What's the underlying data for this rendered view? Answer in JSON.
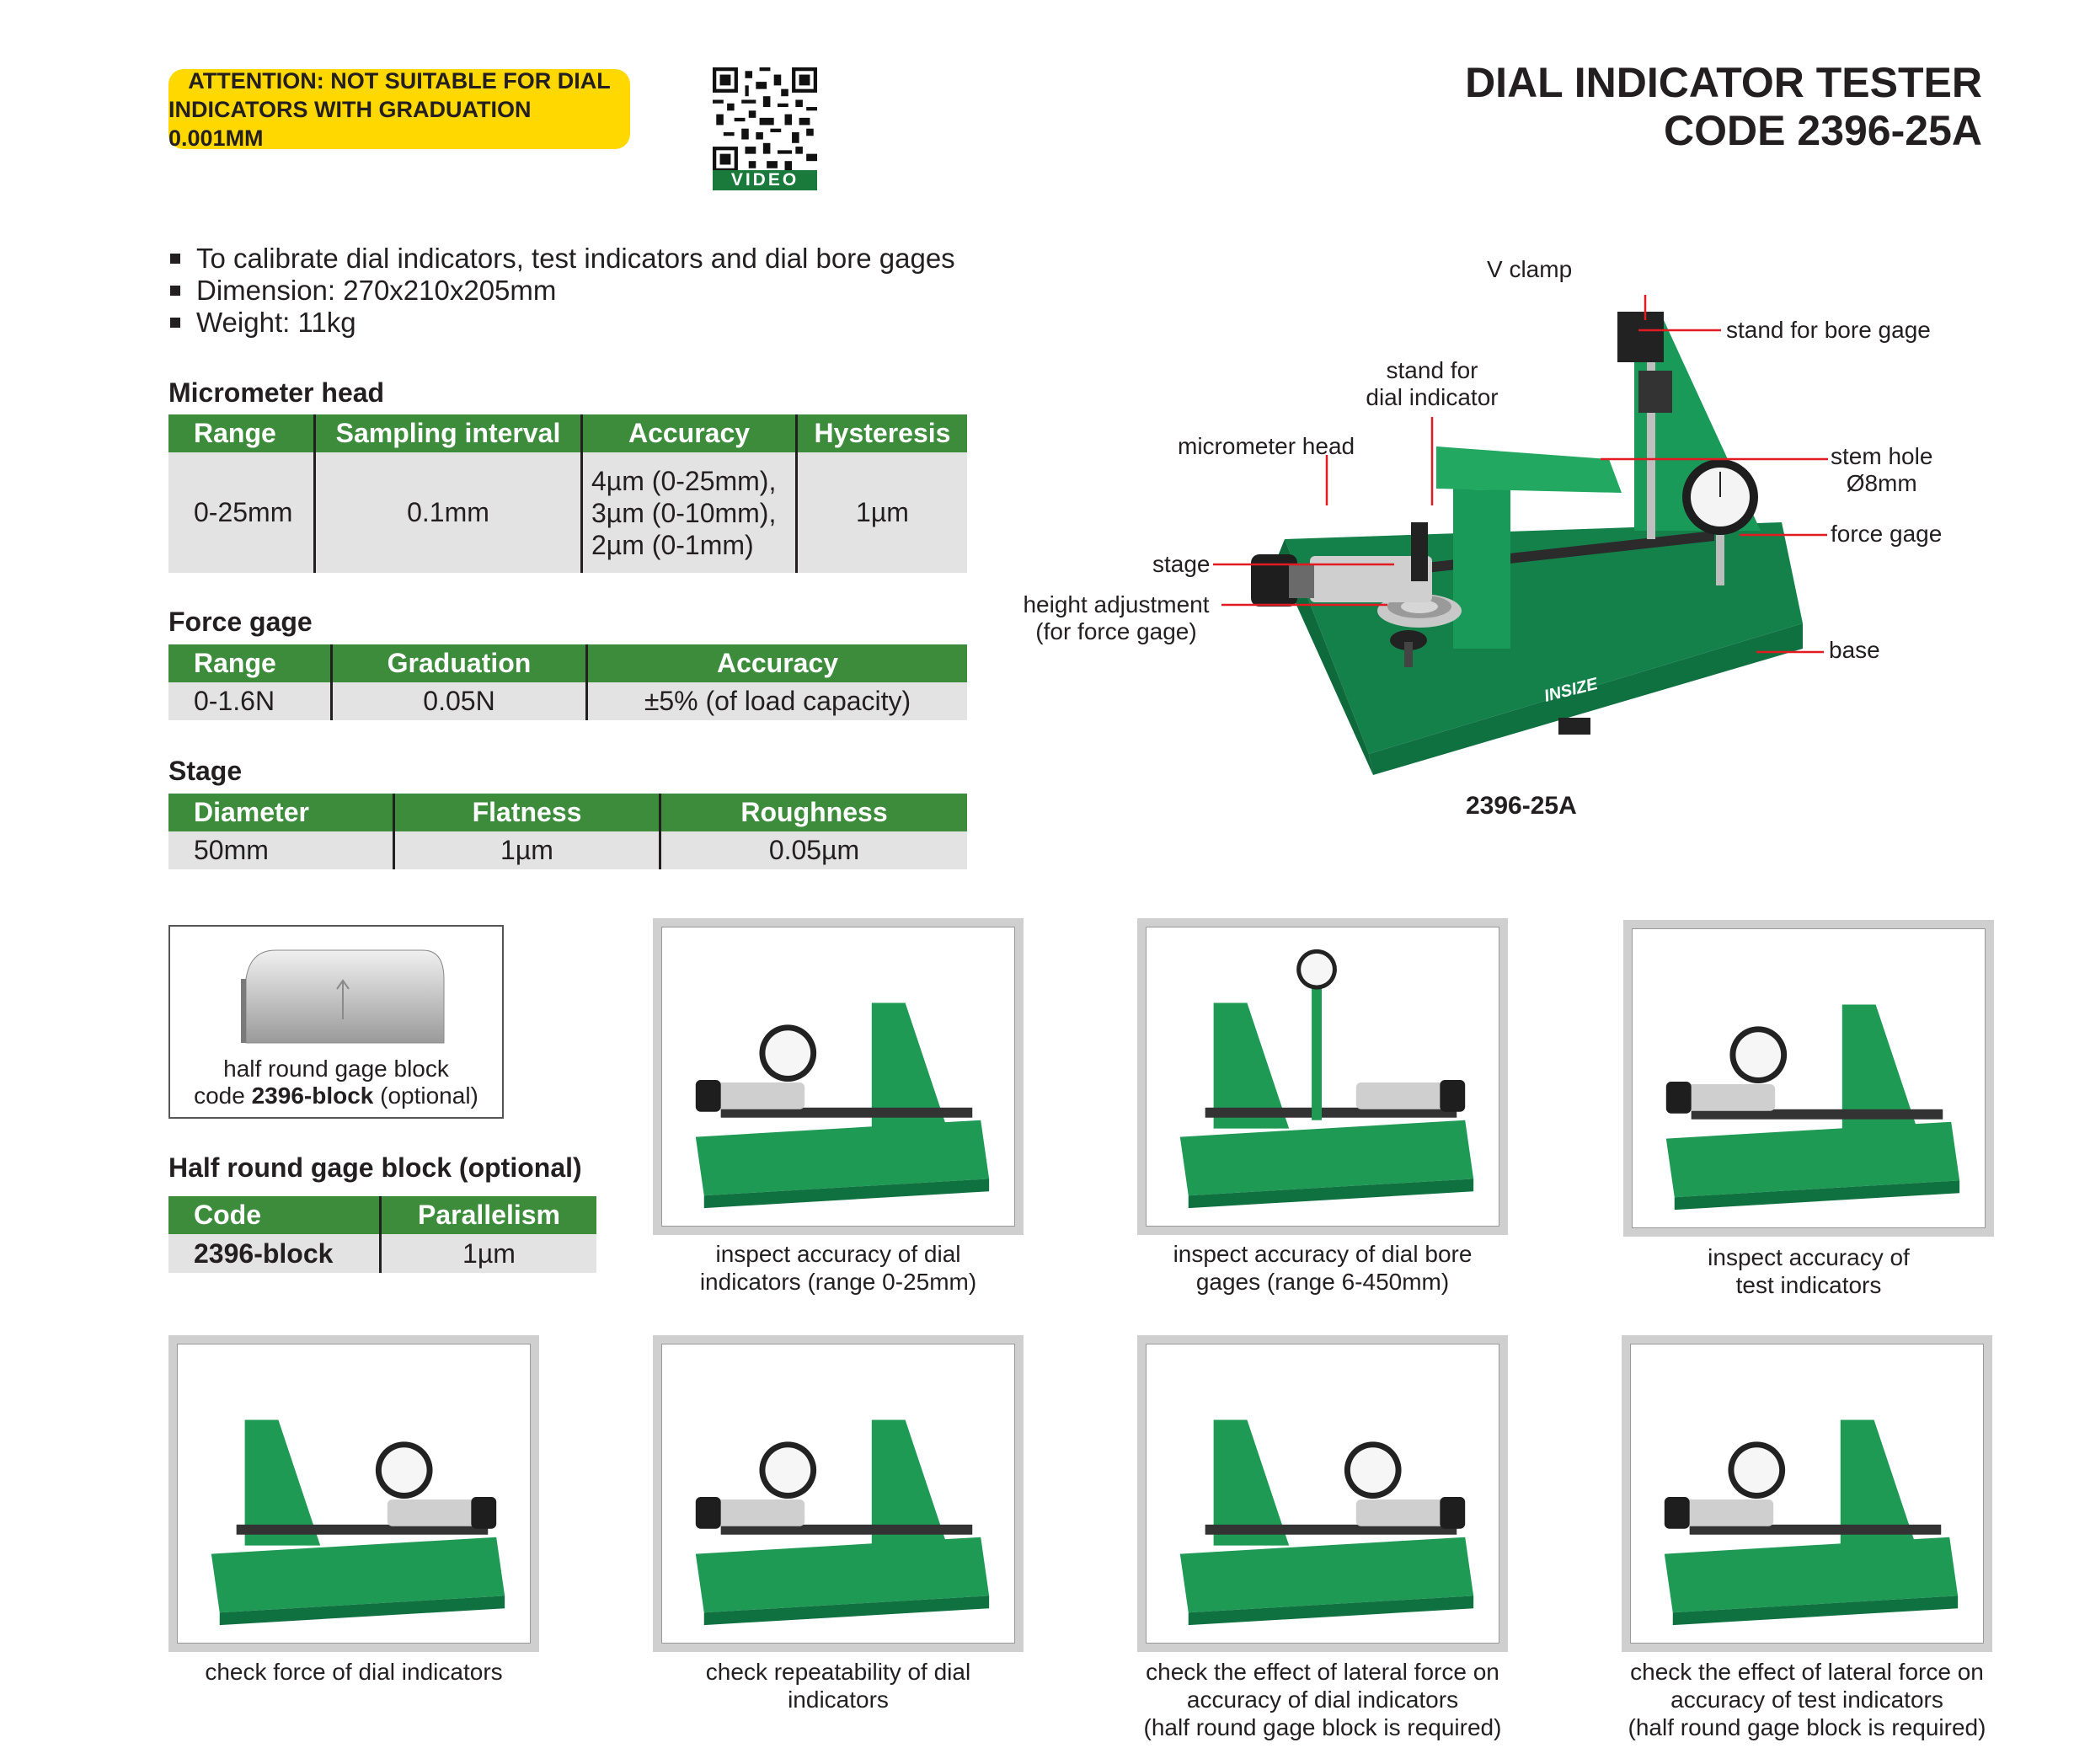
{
  "attention": {
    "line1": "ATTENTION: NOT SUITABLE FOR DIAL",
    "line2": "INDICATORS WITH GRADUATION 0.001MM"
  },
  "qr": {
    "label": "VIDEO"
  },
  "title": {
    "line1": "DIAL INDICATOR TESTER",
    "line2": "CODE 2396-25A"
  },
  "bullets": [
    "To calibrate dial indicators, test indicators and dial bore gages",
    "Dimension: 270x210x205mm",
    "Weight: 11kg"
  ],
  "micrometer_head": {
    "title": "Micrometer head",
    "headers": [
      "Range",
      "Sampling interval",
      "Accuracy",
      "Hysteresis"
    ],
    "range": "0-25mm",
    "sampling": "0.1mm",
    "accuracy": [
      "4µm (0-25mm),",
      "3µm (0-10mm),",
      "2µm (0-1mm)"
    ],
    "hysteresis": "1µm"
  },
  "force_gage": {
    "title": "Force gage",
    "headers": [
      "Range",
      "Graduation",
      "Accuracy"
    ],
    "row": [
      "0-1.6N",
      "0.05N",
      "±5% (of load capacity)"
    ]
  },
  "stage": {
    "title": "Stage",
    "headers": [
      "Diameter",
      "Flatness",
      "Roughness"
    ],
    "row": [
      "50mm",
      "1µm",
      "0.05µm"
    ]
  },
  "main_figure": {
    "brand": "INSIZE",
    "caption": "2396-25A",
    "callouts": {
      "v_clamp": "V clamp",
      "stand_bore": "stand for bore gage",
      "stand_dial_1": "stand for",
      "stand_dial_2": "dial indicator",
      "micrometer_head": "micrometer head",
      "stem_hole_1": "stem hole",
      "stem_hole_2": "Ø8mm",
      "force_gage": "force gage",
      "stage": "stage",
      "height_adj_1": "height adjustment",
      "height_adj_2": "(for force gage)",
      "base": "base"
    }
  },
  "gage_block": {
    "line1": "half round gage block",
    "line2_prefix": "code ",
    "line2_code": "2396-block",
    "line2_suffix": " (optional)"
  },
  "half_round": {
    "title": "Half round gage block (optional)",
    "headers": [
      "Code",
      "Parallelism"
    ],
    "row": [
      "2396-block",
      "1µm"
    ]
  },
  "tiles": [
    {
      "lines": [
        "inspect accuracy of dial",
        "indicators (range 0-25mm)"
      ]
    },
    {
      "lines": [
        "inspect accuracy of dial bore",
        "gages (range 6-450mm)"
      ]
    },
    {
      "lines": [
        "inspect accuracy of",
        "test indicators"
      ]
    },
    {
      "lines": [
        "check force of dial indicators"
      ]
    },
    {
      "lines": [
        "check repeatability of dial",
        "indicators"
      ]
    },
    {
      "lines": [
        "check the effect of lateral force on",
        "accuracy of dial indicators",
        "(half round gage block is required)"
      ]
    },
    {
      "lines": [
        "check the effect of lateral force on",
        "accuracy of test indicators",
        "(half round gage block is required)"
      ]
    }
  ],
  "colors": {
    "green": "#1e9a55",
    "header_green": "#3c8c3c",
    "yellow": "#ffd800",
    "red": "#e21b23",
    "table_gray": "#e3e3e3"
  }
}
